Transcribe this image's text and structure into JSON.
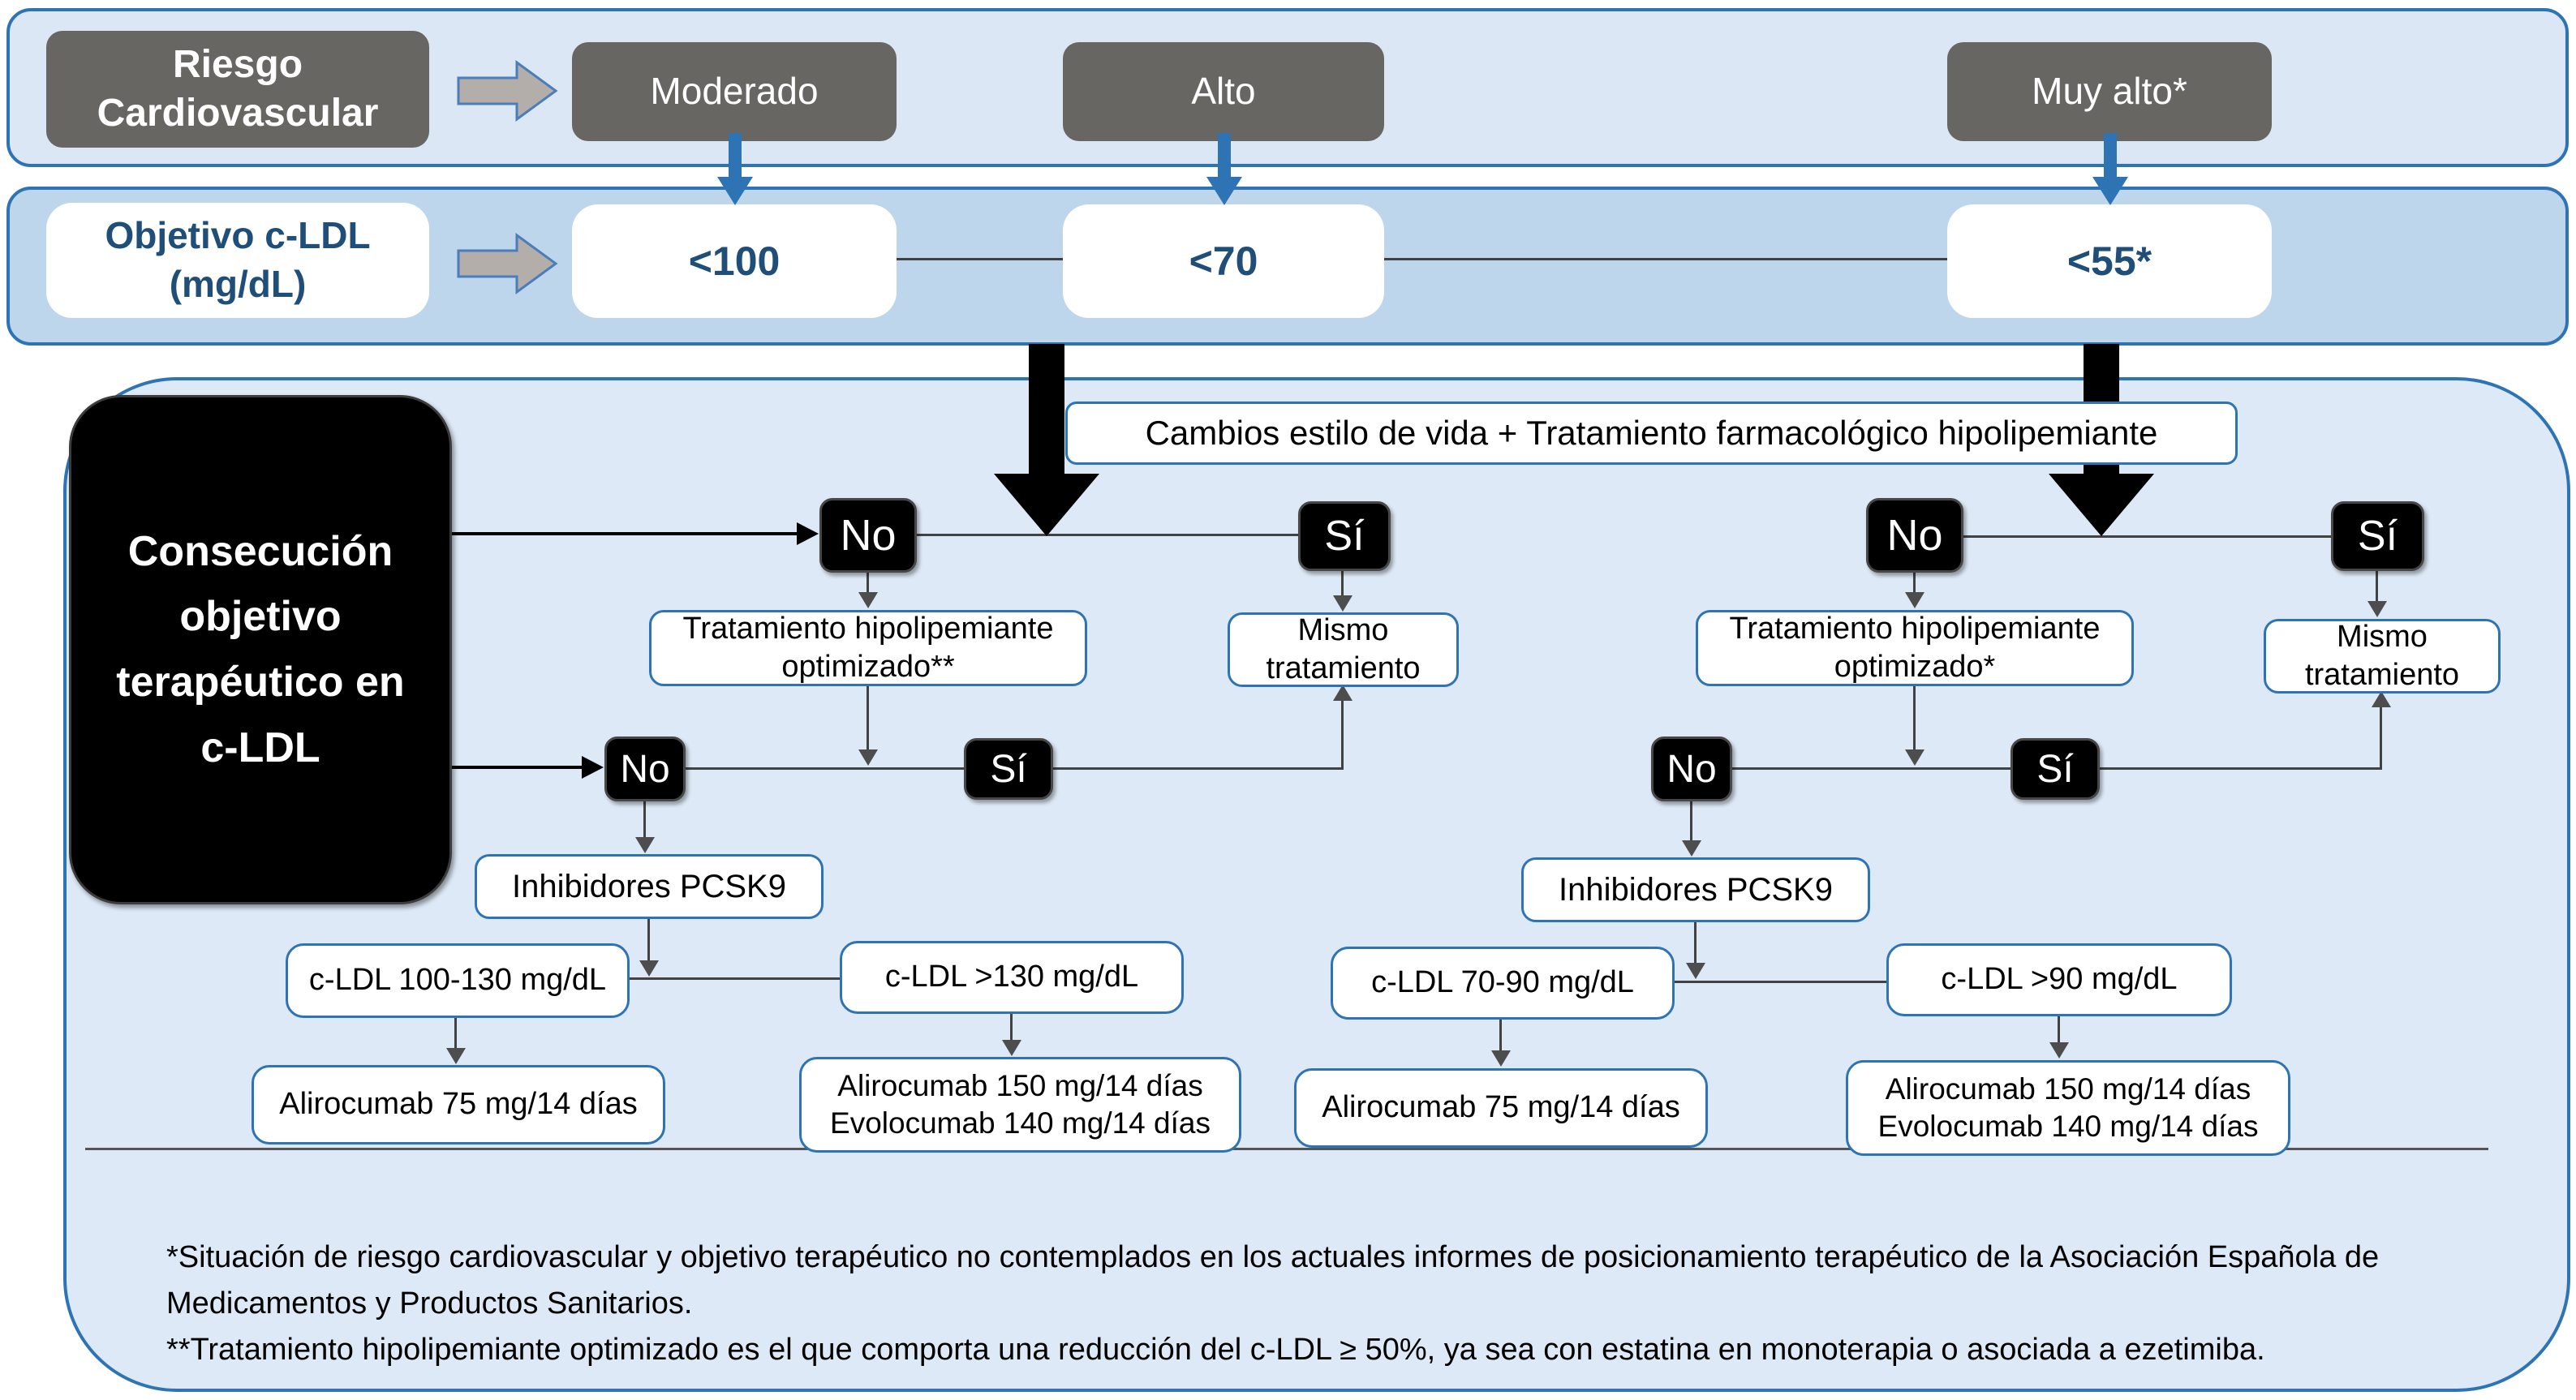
{
  "colors": {
    "accent_blue": "#2e74b5",
    "band1_fill": "#dbe7f4",
    "band2_fill": "#bed6ec",
    "container_fill": "#dde9f6",
    "gray_box": "#686663",
    "node_black": "#000000"
  },
  "risk_row": {
    "label": "Riesgo Cardiovascular",
    "levels": [
      "Moderado",
      "Alto",
      "Muy alto*"
    ]
  },
  "target_row": {
    "label_line1": "Objetivo c-LDL",
    "label_line2": "(mg/dL)",
    "values": [
      "<100",
      "<70",
      "<55*"
    ]
  },
  "main": {
    "title_lines": [
      "Consecución",
      "objetivo",
      "terapéutico en",
      "c-LDL"
    ],
    "treatment_bar": "Cambios estilo de vida + Tratamiento farmacológico hipolipemiante",
    "no": "No",
    "yes": "Sí",
    "left": {
      "optimized": "Tratamiento hipolipemiante optimizado**",
      "same": "Mismo tratamiento",
      "pcsk9": "Inhibidores PCSK9",
      "range_mid": "c-LDL 100-130 mg/dL",
      "range_high": "c-LDL >130 mg/dL",
      "dose_low": "Alirocumab 75 mg/14 días",
      "dose_high_1": "Alirocumab 150 mg/14 días",
      "dose_high_2": "Evolocumab 140 mg/14 días"
    },
    "right": {
      "optimized": "Tratamiento hipolipemiante optimizado*",
      "same": "Mismo tratamiento",
      "pcsk9": "Inhibidores PCSK9",
      "range_mid": "c-LDL 70-90 mg/dL",
      "range_high": "c-LDL >90 mg/dL",
      "dose_low": "Alirocumab 75 mg/14 días",
      "dose_high_1": "Alirocumab 150 mg/14 días",
      "dose_high_2": "Evolocumab 140 mg/14 días"
    }
  },
  "footnotes": {
    "note1": "*Situación de riesgo cardiovascular y objetivo terapéutico no contemplados en los actuales informes de posicionamiento terapéutico de la Asociación Española de Medicamentos y Productos Sanitarios.",
    "note2": "**Tratamiento hipolipemiante optimizado es el que comporta una reducción del c-LDL ≥ 50%, ya sea con estatina en monoterapia o asociada a ezetimiba."
  }
}
